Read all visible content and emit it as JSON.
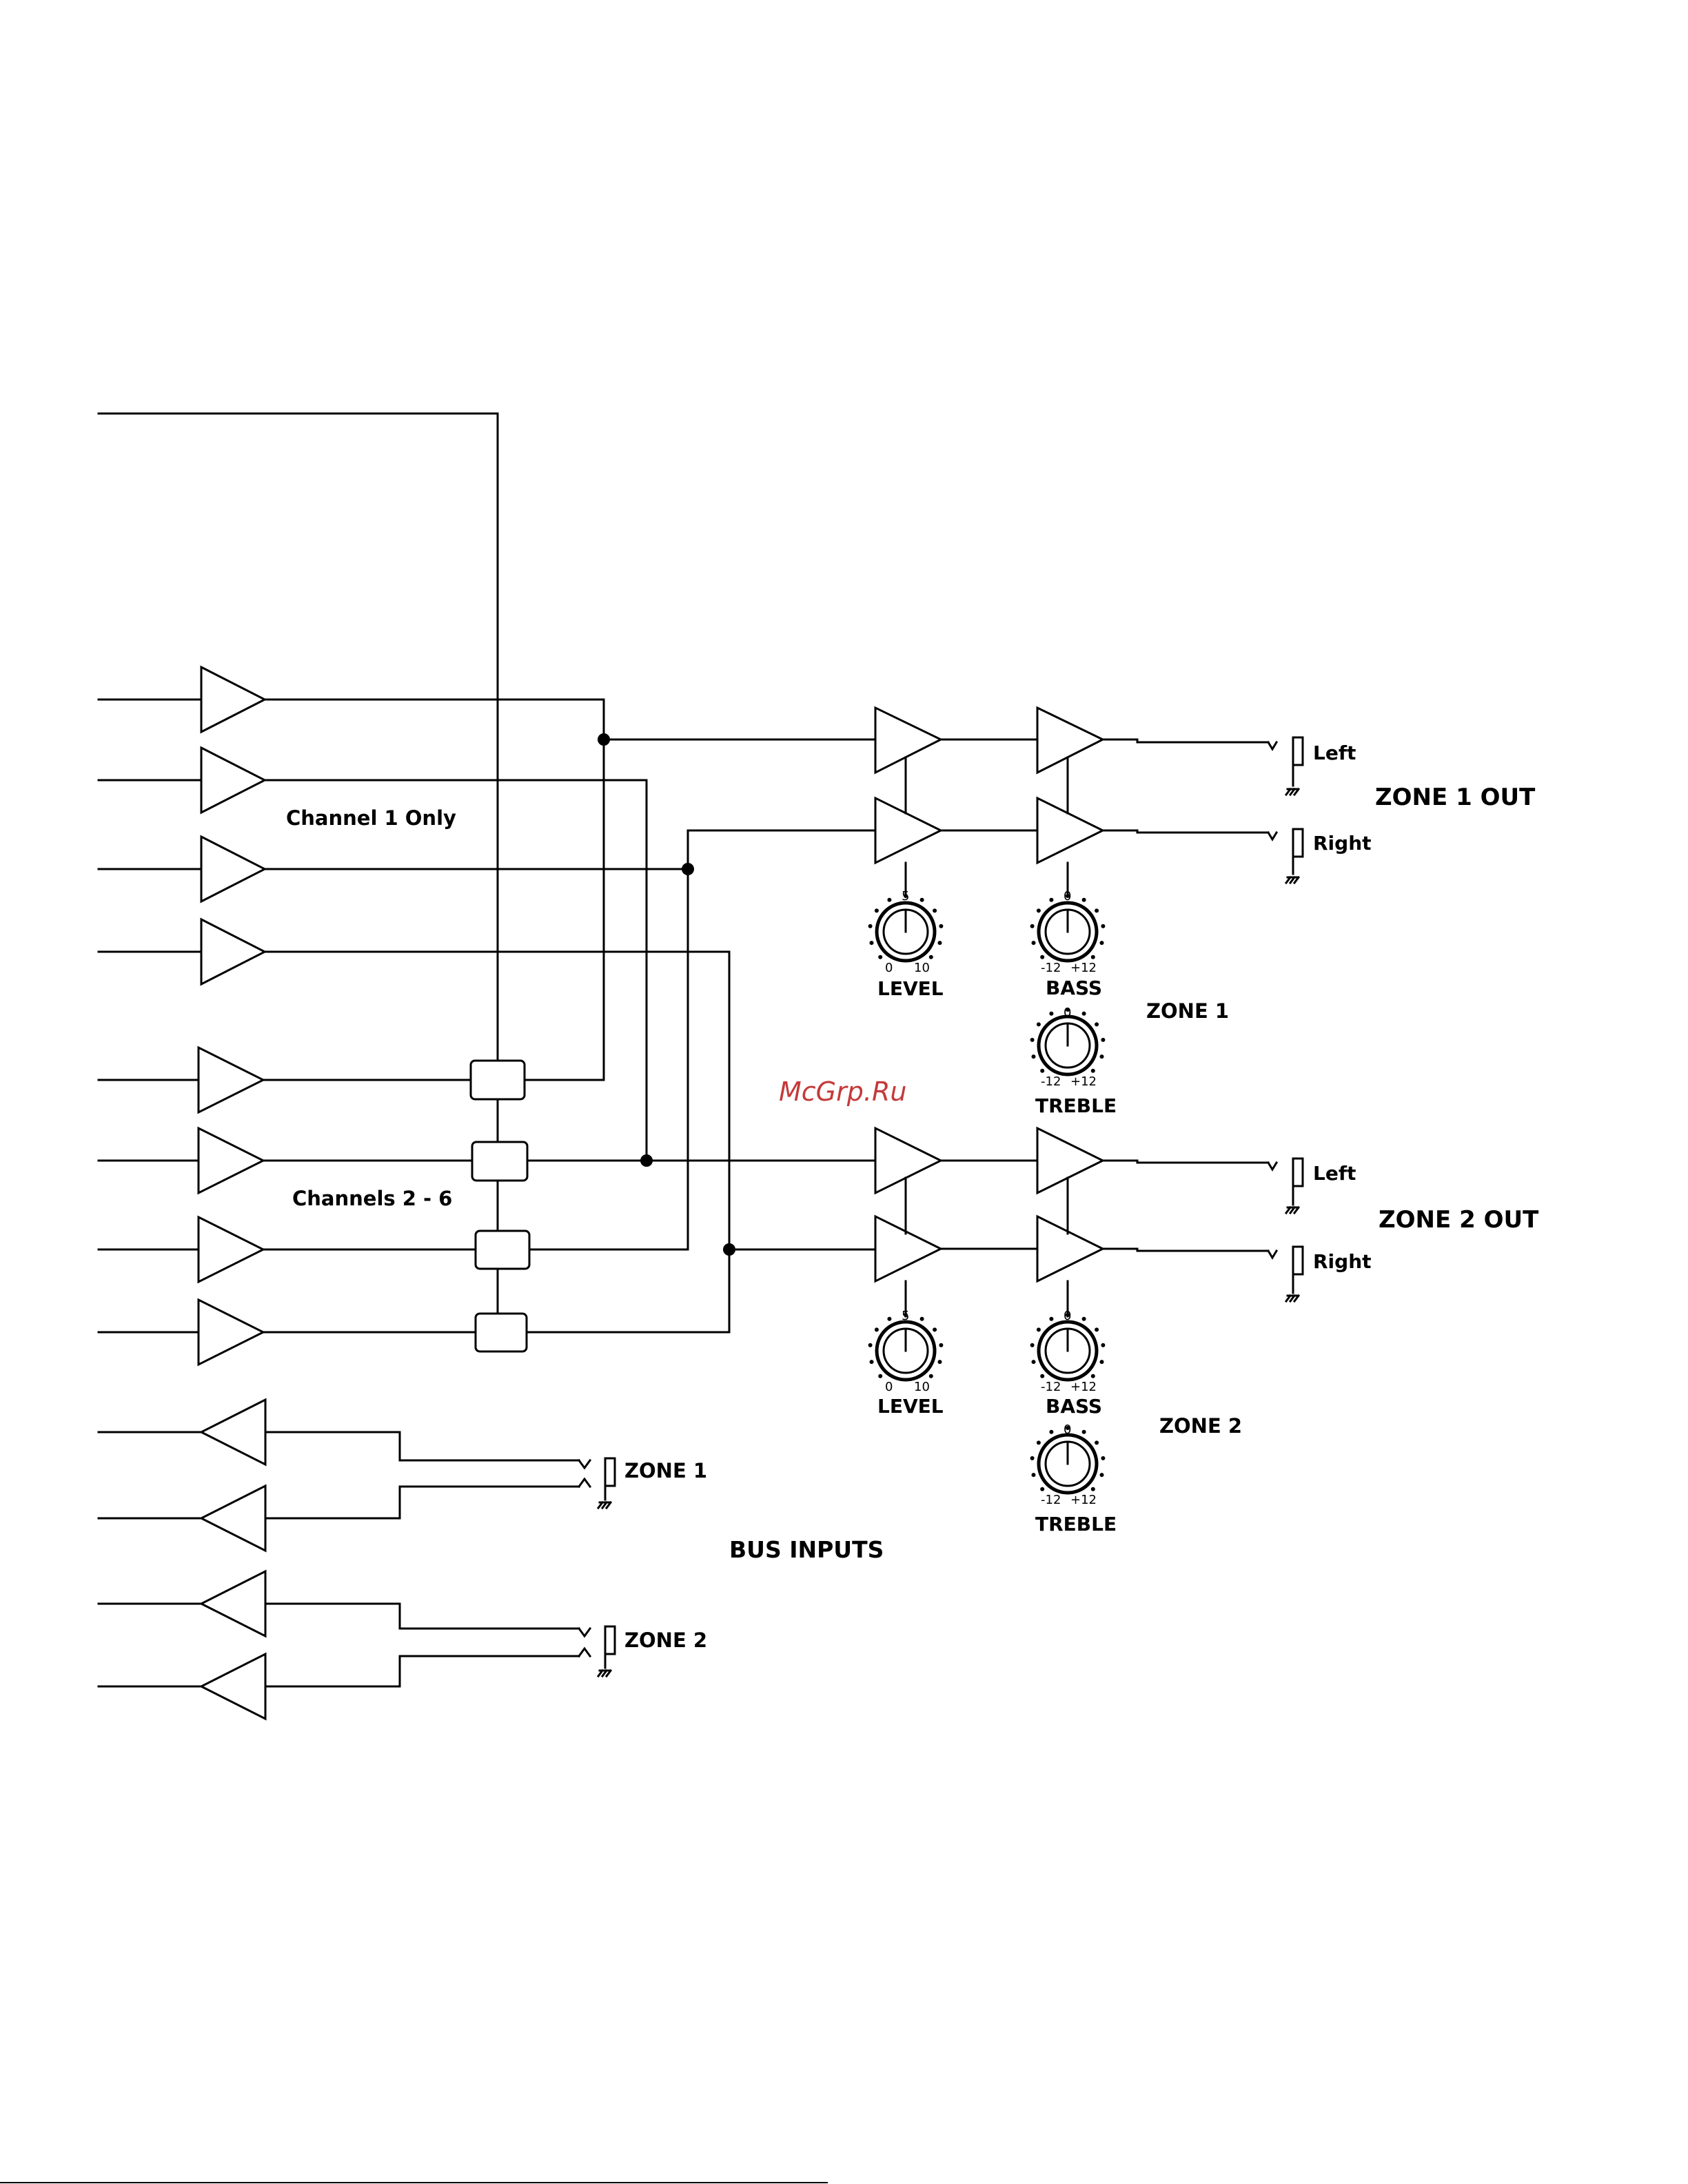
{
  "watermark": "McGrp.Ru",
  "labels": {
    "channel1_only": "Channel 1 Only",
    "channels_2_6": "Channels 2 - 6",
    "bus_inputs": "BUS INPUTS",
    "zone1_out": "ZONE 1 OUT",
    "zone2_out": "ZONE 2 OUT",
    "zone1": "ZONE 1",
    "zone2": "ZONE 2",
    "bus_zone1": "ZONE 1",
    "bus_zone2": "ZONE 2",
    "left": "Left",
    "right": "Right"
  },
  "knobs": {
    "level": {
      "label": "LEVEL",
      "top": "5",
      "min": "0",
      "max": "10"
    },
    "bass": {
      "label": "BASS",
      "top": "0",
      "min": "-12",
      "max": "+12"
    },
    "treble": {
      "label": "TREBLE",
      "top": "0",
      "min": "-12",
      "max": "+12"
    }
  }
}
